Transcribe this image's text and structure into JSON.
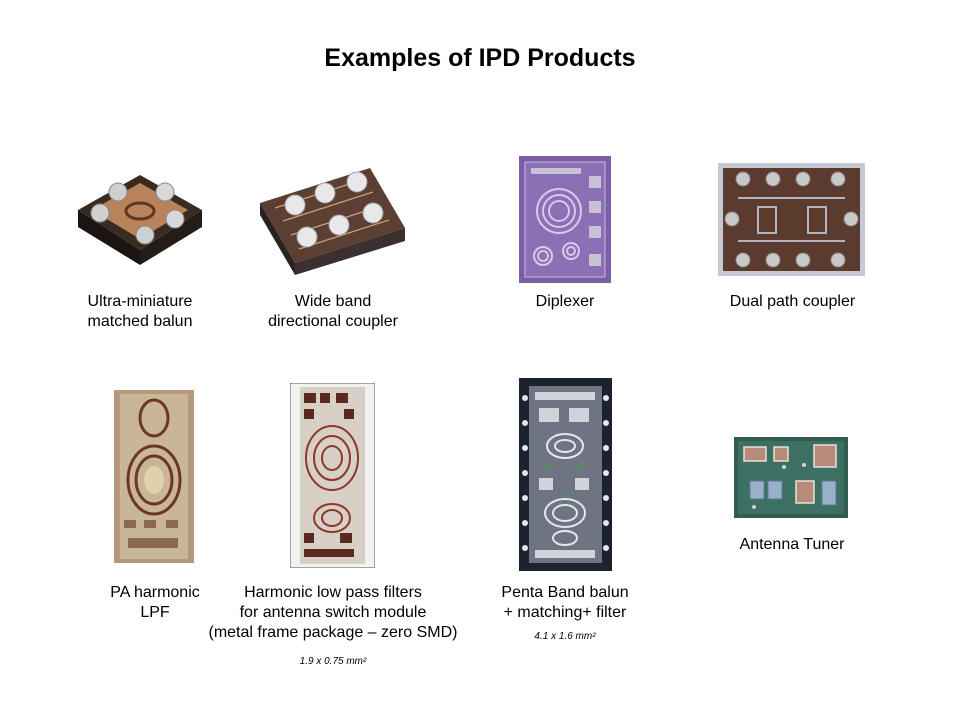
{
  "title": "Examples of IPD Products",
  "products": [
    {
      "line1": "Ultra-miniature",
      "line2": "matched balun",
      "image": "balun-chip-photo"
    },
    {
      "line1": "Wide band",
      "line2": "directional coupler",
      "image": "coupler-chip-photo"
    },
    {
      "line1": "Diplexer",
      "image": "diplexer-die-photo"
    },
    {
      "line1": "Dual path coupler",
      "image": "dual-path-coupler-die-photo"
    },
    {
      "line1": "Antenna Tuner",
      "image": "antenna-tuner-photo"
    },
    {
      "line1": "PA harmonic",
      "line2": "LPF",
      "image": "pa-lpf-die-photo"
    },
    {
      "line1": "Harmonic low pass filters",
      "line2": "for antenna switch module",
      "line3": "(metal frame package – zero SMD)",
      "dimension": "1.9 x 0.75 mm²",
      "image": "harmonic-lpf-die-photo"
    },
    {
      "line1": "Penta Band balun",
      "line2": "+ matching+ filter",
      "dimension": "4.1 x 1.6 mm²",
      "image": "penta-band-die-photo"
    }
  ]
}
